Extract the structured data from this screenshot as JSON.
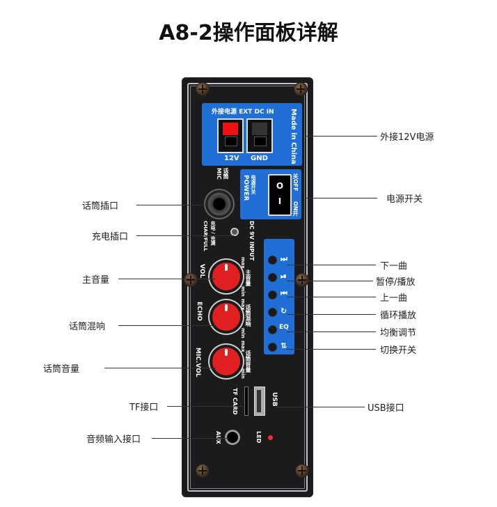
{
  "title": "A8-2操作面板详解",
  "panel": {
    "ext_dc_label": "外接电源 EXT DC IN",
    "made_in": "Made in China",
    "v12": "12V",
    "gnd": "GND",
    "mic_label": "MIC",
    "mic_cn": "话筒",
    "power_label": "POWER",
    "power_cn": "电源开关",
    "off_label": "关OFF",
    "on_label": "ON开",
    "rocker_off": "O",
    "rocker_on": "I",
    "charge_label": "CHAR/FULL",
    "charge_cn": "充电 / 充满",
    "dc_input": "DC 9V INPUT",
    "vol": "VOL",
    "vol_cn": "主音量",
    "echo": "ECHO",
    "echo_cn": "话筒混响",
    "micvol": "MIC.VOL",
    "micvol_cn": "话筒音量",
    "min": "min",
    "max": "max",
    "tf_card": "TF CARD",
    "usb": "USB",
    "aux": "AUX",
    "led": "LED",
    "eq": "EQ"
  },
  "callouts": {
    "ext_power": "外接12V电源",
    "power_switch": "电源开关",
    "mic_jack": "话筒插口",
    "charge_jack": "充电插口",
    "next_track": "下一曲",
    "play_pause": "暂停/播放",
    "prev_track": "上一曲",
    "loop": "循环播放",
    "eq": "均衡调节",
    "switch": "切换开关",
    "master_vol": "主音量",
    "mic_echo": "话筒混响",
    "mic_vol": "话筒音量",
    "tf_port": "TF接口",
    "usb_port": "USB接口",
    "aux_in": "音频输入接口"
  },
  "colors": {
    "panel": "#1b1b1d",
    "blue": "#1f6fd6",
    "knob_red": "#e02020",
    "led_red": "#ff2a2a"
  }
}
